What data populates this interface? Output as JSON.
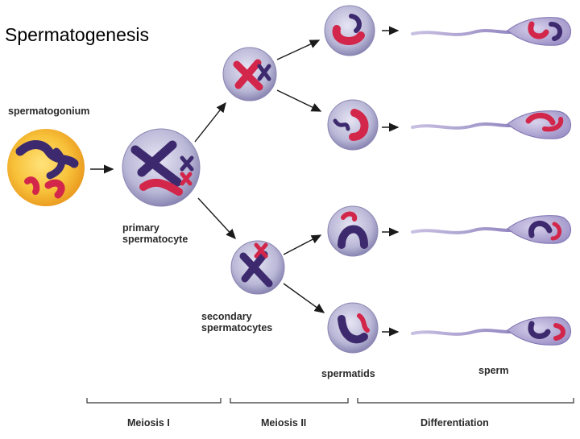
{
  "title": "Spermatogenesis",
  "labels": {
    "spermatogonium": "spermatogonium",
    "primary_line1": "primary",
    "primary_line2": "spermatocyte",
    "secondary_line1": "secondary",
    "secondary_line2": "spermatocytes",
    "spermatids": "spermatids",
    "sperm": "sperm"
  },
  "stages": {
    "meiosis1": "Meiosis I",
    "meiosis2": "Meiosis II",
    "differentiation": "Differentiation"
  },
  "colors": {
    "spermatogonium_fill": "#f8c23a",
    "cell_fill": "#b9b7d6",
    "dark_chromosome": "#3d2a6e",
    "red_chromosome": "#d2264a",
    "tail": "#a79ccb",
    "arrow": "#1a1a1a"
  }
}
